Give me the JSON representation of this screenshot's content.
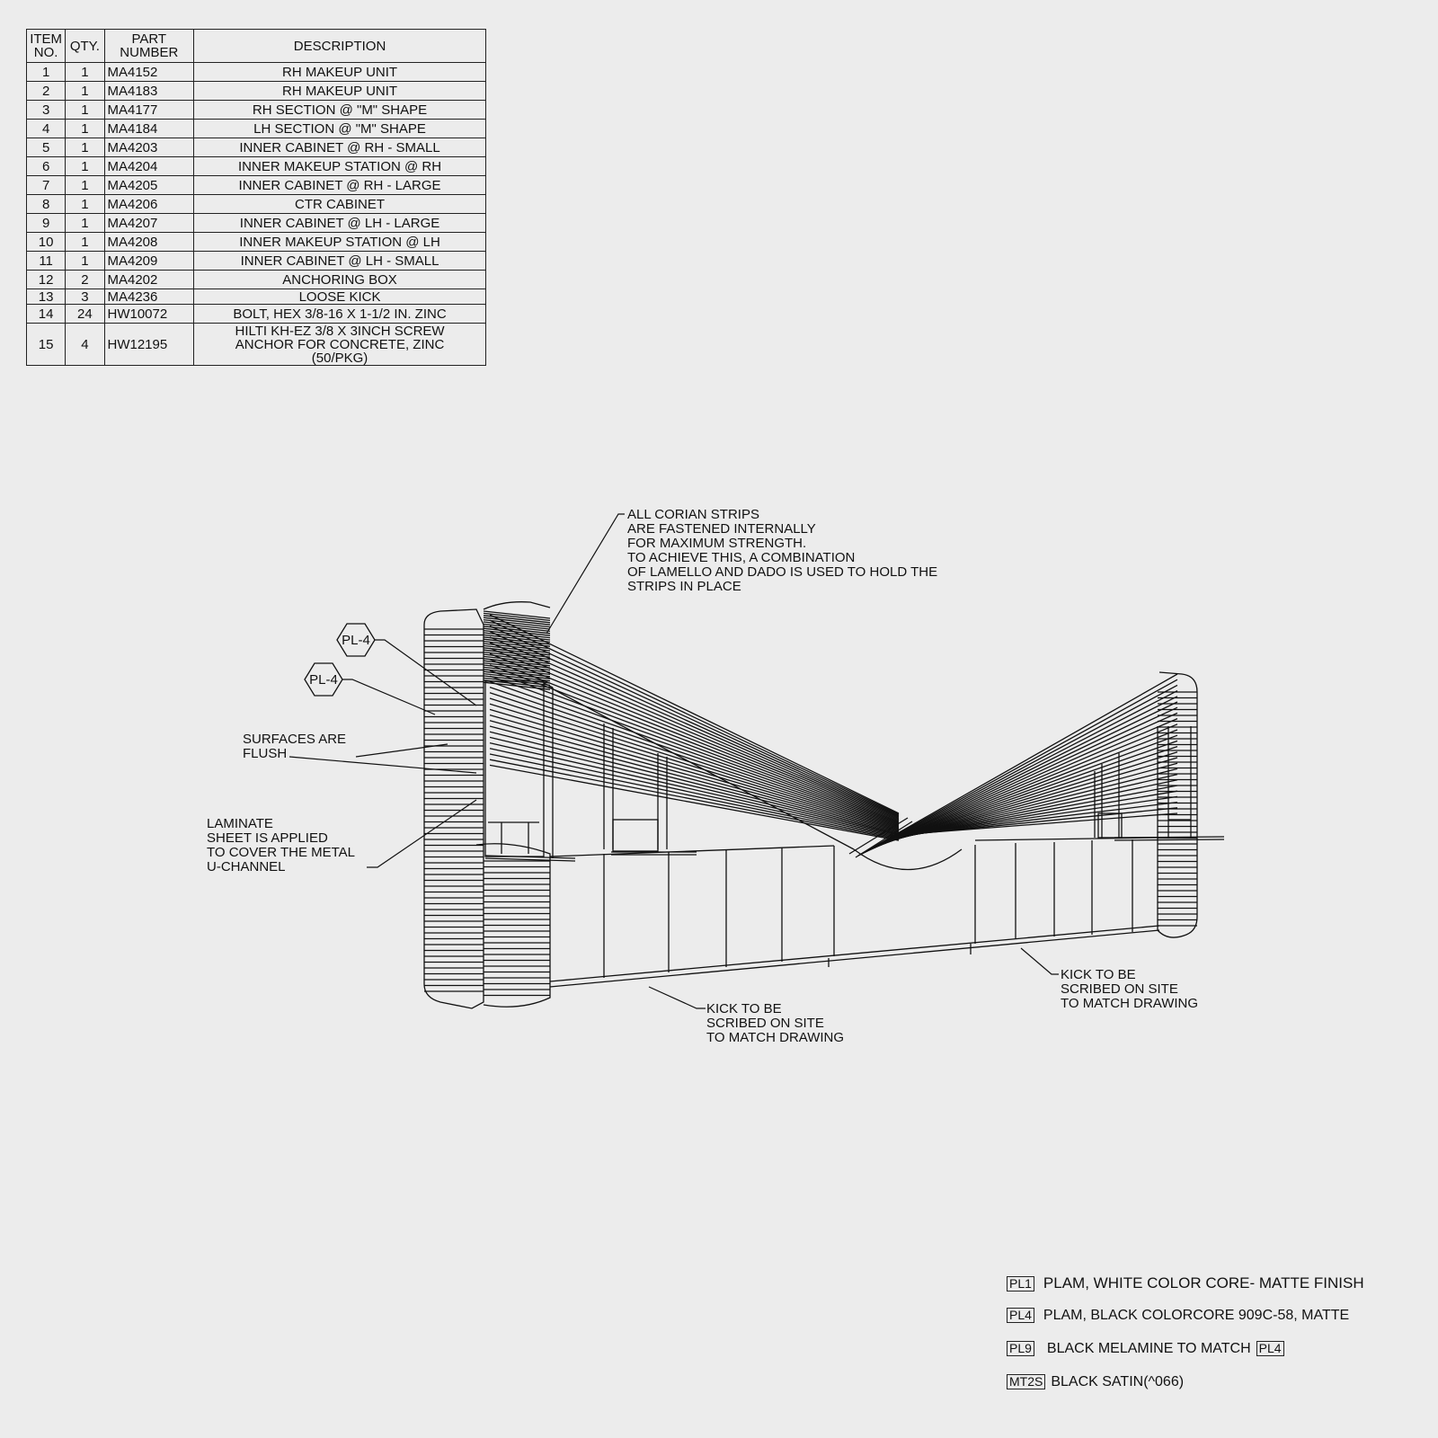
{
  "bom": {
    "headers": {
      "item_no": [
        "ITEM",
        "NO."
      ],
      "qty": "QTY.",
      "part_number": [
        "PART",
        "NUMBER"
      ],
      "description": "DESCRIPTION"
    },
    "rows": [
      {
        "item": "1",
        "qty": "1",
        "part": "MA4152",
        "desc": "RH MAKEUP UNIT"
      },
      {
        "item": "2",
        "qty": "1",
        "part": "MA4183",
        "desc": "RH MAKEUP UNIT"
      },
      {
        "item": "3",
        "qty": "1",
        "part": "MA4177",
        "desc": "RH SECTION @ \"M\" SHAPE"
      },
      {
        "item": "4",
        "qty": "1",
        "part": "MA4184",
        "desc": "LH SECTION @ \"M\" SHAPE"
      },
      {
        "item": "5",
        "qty": "1",
        "part": "MA4203",
        "desc": "INNER CABINET @ RH - SMALL"
      },
      {
        "item": "6",
        "qty": "1",
        "part": "MA4204",
        "desc": "INNER MAKEUP STATION @ RH"
      },
      {
        "item": "7",
        "qty": "1",
        "part": "MA4205",
        "desc": "INNER CABINET @ RH - LARGE"
      },
      {
        "item": "8",
        "qty": "1",
        "part": "MA4206",
        "desc": "CTR CABINET"
      },
      {
        "item": "9",
        "qty": "1",
        "part": "MA4207",
        "desc": "INNER CABINET @ LH - LARGE"
      },
      {
        "item": "10",
        "qty": "1",
        "part": "MA4208",
        "desc": "INNER MAKEUP STATION @ LH"
      },
      {
        "item": "11",
        "qty": "1",
        "part": "MA4209",
        "desc": "INNER CABINET @ LH - SMALL"
      },
      {
        "item": "12",
        "qty": "2",
        "part": "MA4202",
        "desc": "ANCHORING BOX"
      },
      {
        "item": "13",
        "qty": "3",
        "part": "MA4236",
        "desc": "LOOSE KICK"
      },
      {
        "item": "14",
        "qty": "24",
        "part": "HW10072",
        "desc": "BOLT, HEX 3/8-16 X 1-1/2 IN. ZINC"
      },
      {
        "item": "15",
        "qty": "4",
        "part": "HW12195",
        "desc_lines": [
          "HILTI KH-EZ 3/8 X 3INCH SCREW",
          "ANCHOR FOR CONCRETE, ZINC",
          "(50/PKG)"
        ]
      }
    ]
  },
  "annotations": {
    "corian": [
      "ALL CORIAN STRIPS",
      "ARE FASTENED INTERNALLY",
      "FOR MAXIMUM STRENGTH.",
      "TO ACHIEVE THIS, A COMBINATION",
      "OF LAMELLO AND DADO IS USED TO HOLD THE",
      "STRIPS IN PLACE"
    ],
    "pl4_tag_1": "PL-4",
    "pl4_tag_2": "PL-4",
    "flush": [
      "SURFACES ARE",
      "FLUSH"
    ],
    "laminate": [
      "LAMINATE",
      "SHEET IS APPLIED",
      "TO COVER THE METAL",
      "U-CHANNEL"
    ],
    "kick_left": [
      "KICK TO BE",
      "SCRIBED ON SITE",
      "TO MATCH DRAWING"
    ],
    "kick_right": [
      "KICK TO BE",
      "SCRIBED ON SITE",
      "TO MATCH DRAWING"
    ]
  },
  "legend": [
    {
      "tag": "PL1",
      "text": "PLAM, WHITE COLOR CORE- MATTE FINISH"
    },
    {
      "tag": "PL4",
      "text": "PLAM, BLACK COLORCORE 909C-58, MATTE"
    },
    {
      "tag": "PL9",
      "text": "BLACK MELAMINE TO MATCH",
      "suffix_tag": "PL4"
    },
    {
      "tag": "MT2S",
      "text": "BLACK SATIN(^066)"
    }
  ],
  "colors": {
    "background": "#ececec",
    "ink": "#111111"
  }
}
